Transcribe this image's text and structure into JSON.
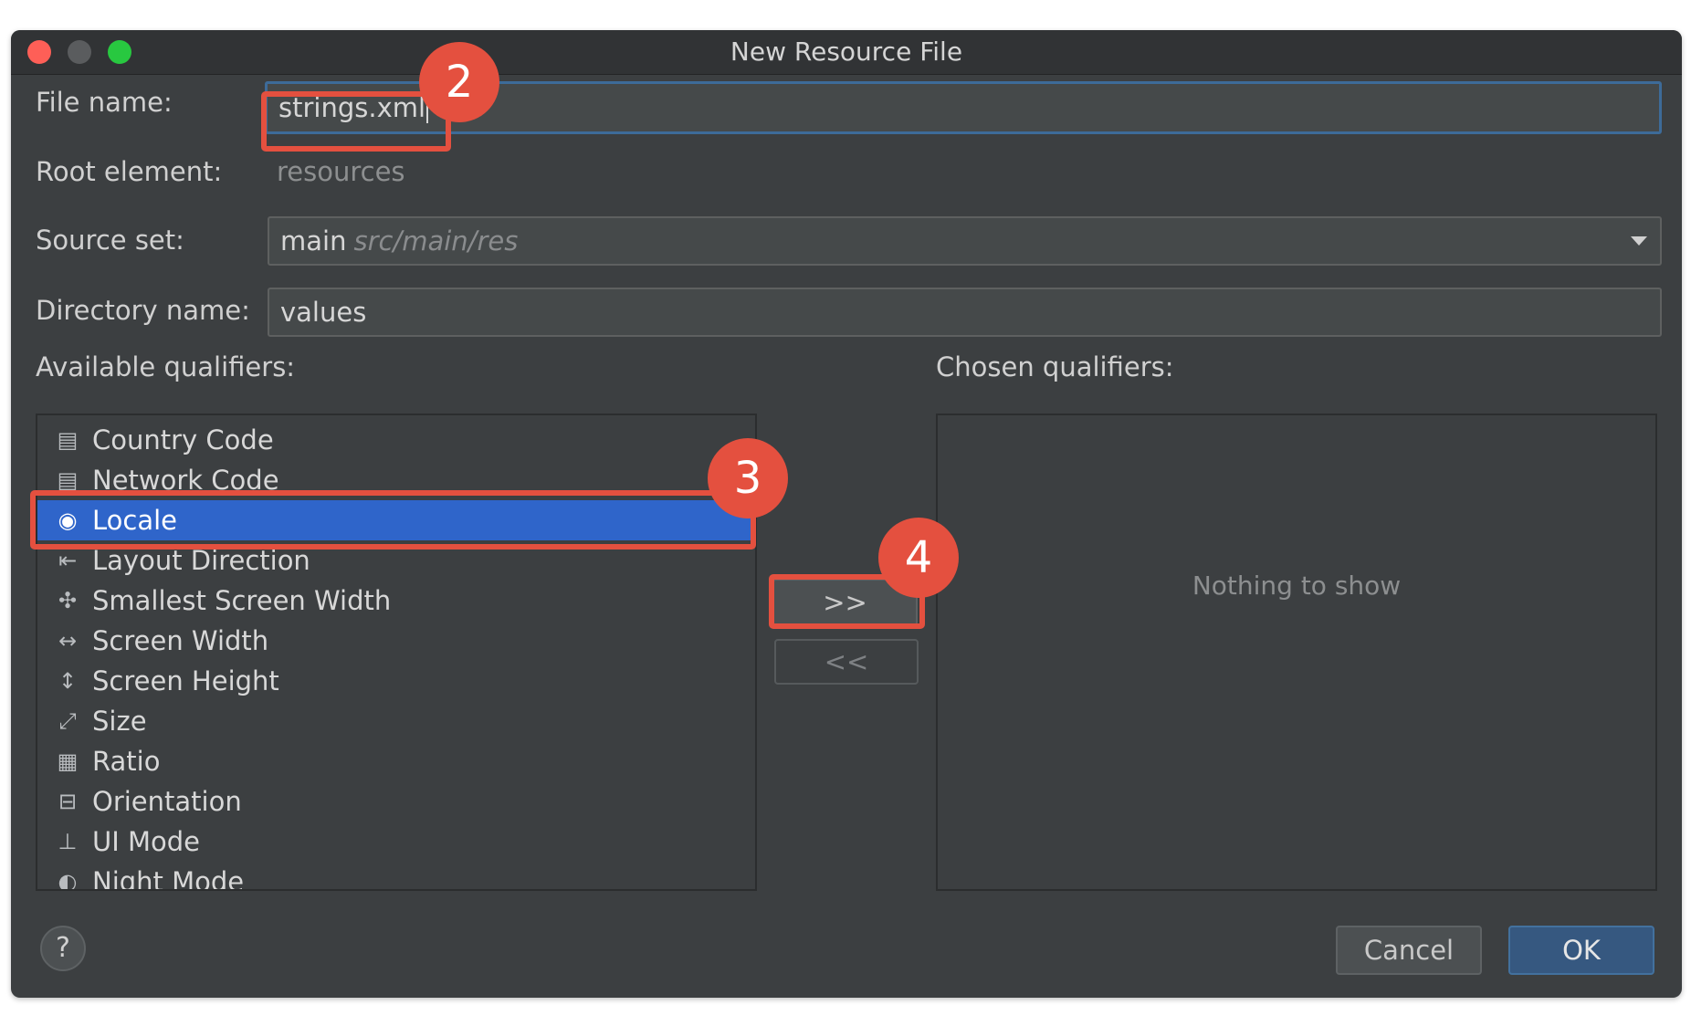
{
  "window": {
    "title": "New Resource File"
  },
  "form": {
    "file_name_label": "File name:",
    "file_name_value": "strings.xml",
    "root_element_label": "Root element:",
    "root_element_value": "resources",
    "source_set_label": "Source set:",
    "source_set_value": "main",
    "source_set_hint": "src/main/res",
    "directory_name_label": "Directory name:",
    "directory_name_value": "values"
  },
  "available": {
    "label": "Available qualifiers:",
    "items": [
      {
        "label": "Country Code",
        "icon": "country-code-icon",
        "glyph": "▤"
      },
      {
        "label": "Network Code",
        "icon": "network-code-icon",
        "glyph": "▤"
      },
      {
        "label": "Locale",
        "icon": "globe-icon",
        "glyph": "◉"
      },
      {
        "label": "Layout Direction",
        "icon": "layout-direction-icon",
        "glyph": "⇤"
      },
      {
        "label": "Smallest Screen Width",
        "icon": "smallest-width-icon",
        "glyph": "✣"
      },
      {
        "label": "Screen Width",
        "icon": "screen-width-icon",
        "glyph": "↔"
      },
      {
        "label": "Screen Height",
        "icon": "screen-height-icon",
        "glyph": "↕"
      },
      {
        "label": "Size",
        "icon": "size-icon",
        "glyph": "⤢"
      },
      {
        "label": "Ratio",
        "icon": "ratio-icon",
        "glyph": "▦"
      },
      {
        "label": "Orientation",
        "icon": "orientation-icon",
        "glyph": "⊟"
      },
      {
        "label": "UI Mode",
        "icon": "ui-mode-icon",
        "glyph": "⊥"
      },
      {
        "label": "Night Mode",
        "icon": "night-mode-icon",
        "glyph": "◐"
      }
    ]
  },
  "chosen": {
    "label": "Chosen qualifiers:",
    "empty_text": "Nothing to show"
  },
  "buttons": {
    "add": ">>",
    "remove": "<<",
    "cancel": "Cancel",
    "ok": "OK",
    "help": "?"
  },
  "annotations": {
    "step2": "2",
    "step3": "3",
    "step4": "4"
  },
  "colors": {
    "annotation": "#e4503f",
    "selection": "#2f65ca",
    "background": "#3c3f41"
  }
}
